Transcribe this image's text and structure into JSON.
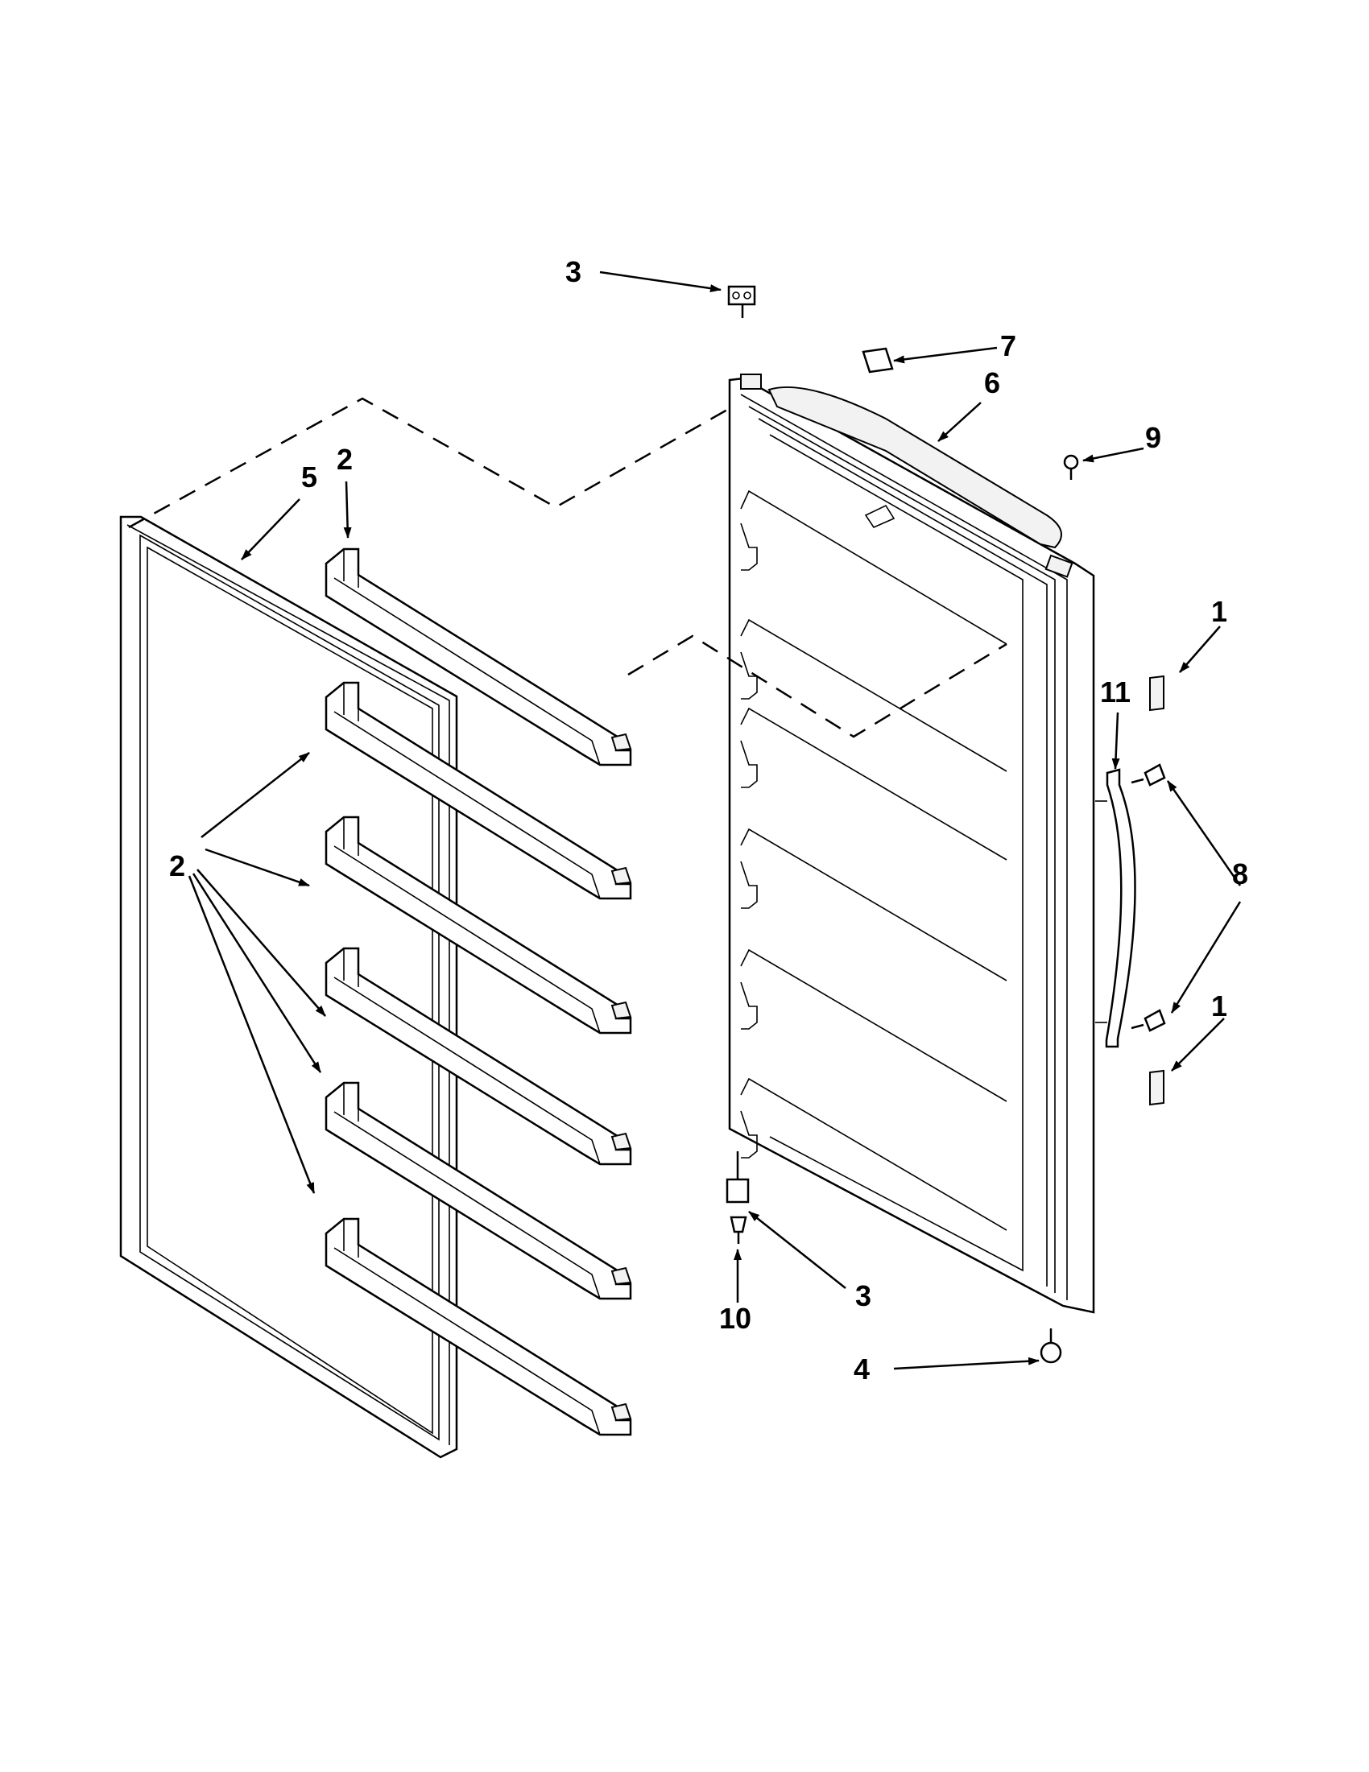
{
  "callouts": [
    {
      "id": "c3-top",
      "text": "3"
    },
    {
      "id": "c7",
      "text": "7"
    },
    {
      "id": "c6",
      "text": "6"
    },
    {
      "id": "c9",
      "text": "9"
    },
    {
      "id": "c2-top",
      "text": "2"
    },
    {
      "id": "c5",
      "text": "5"
    },
    {
      "id": "c1-top",
      "text": "1"
    },
    {
      "id": "c11",
      "text": "11"
    },
    {
      "id": "c2-left",
      "text": "2"
    },
    {
      "id": "c8",
      "text": "8"
    },
    {
      "id": "c1-bottom",
      "text": "1"
    },
    {
      "id": "c10",
      "text": "10"
    },
    {
      "id": "c3-bottom",
      "text": "3"
    },
    {
      "id": "c4",
      "text": "4"
    }
  ]
}
